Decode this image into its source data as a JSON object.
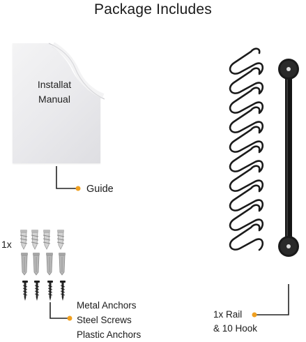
{
  "title": "Package Includes",
  "manual": {
    "line1": "Installat",
    "line2": "Manual"
  },
  "labels": {
    "guide": "Guide",
    "quantity": "1x",
    "metal_anchors": "Metal Anchors",
    "steel_screws": "Steel Screws",
    "plastic_anchors": "Plastic Anchors",
    "rail_line1": "1x Rail",
    "rail_line2": "& 10 Hook"
  },
  "colors": {
    "accent_dot": "#f0a020",
    "hardware": "#222222",
    "metal": "#c8c8c8"
  },
  "icons": [
    "document-curl-icon",
    "wall-anchor-icon",
    "screw-icon",
    "s-hook-icon",
    "rail-icon"
  ]
}
